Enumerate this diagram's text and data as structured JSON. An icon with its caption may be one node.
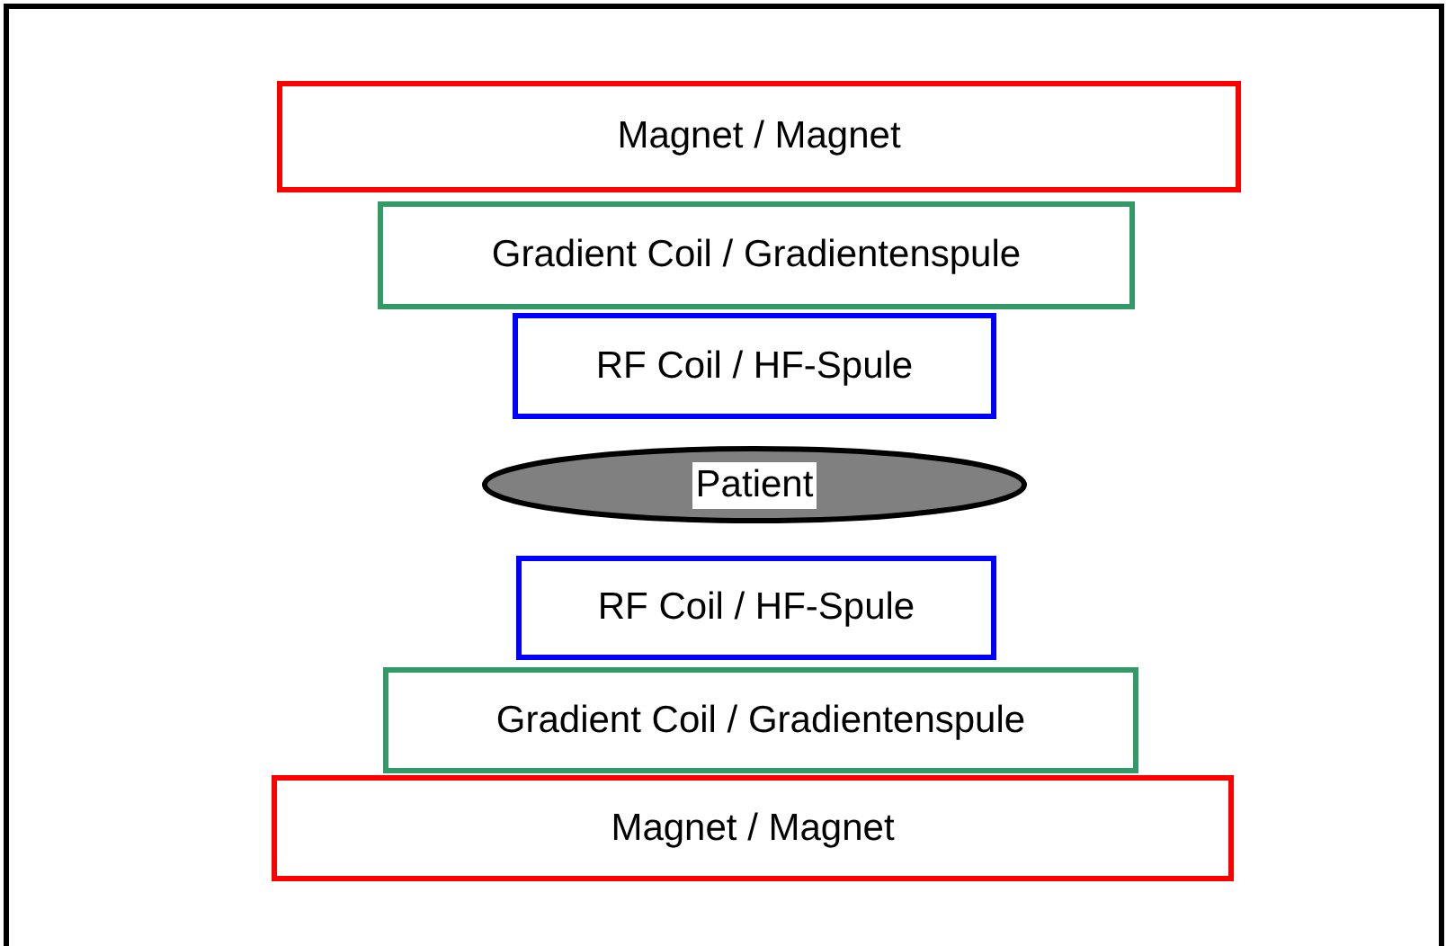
{
  "diagram": {
    "nodes": [
      {
        "text": [
          "Magnet / Magnet"
        ]
      },
      {
        "text": [
          "Gradient Coil / Gradientenspule"
        ]
      },
      {
        "text": [
          "RF Coil / HF-Spule"
        ]
      },
      {
        "text": [
          "Patient"
        ]
      },
      {
        "text": [
          "RF Coil / HF-Spule"
        ]
      },
      {
        "text": [
          "Gradient Coil / Gradientenspule"
        ]
      },
      {
        "text": [
          "Magnet / Magnet"
        ]
      }
    ]
  }
}
